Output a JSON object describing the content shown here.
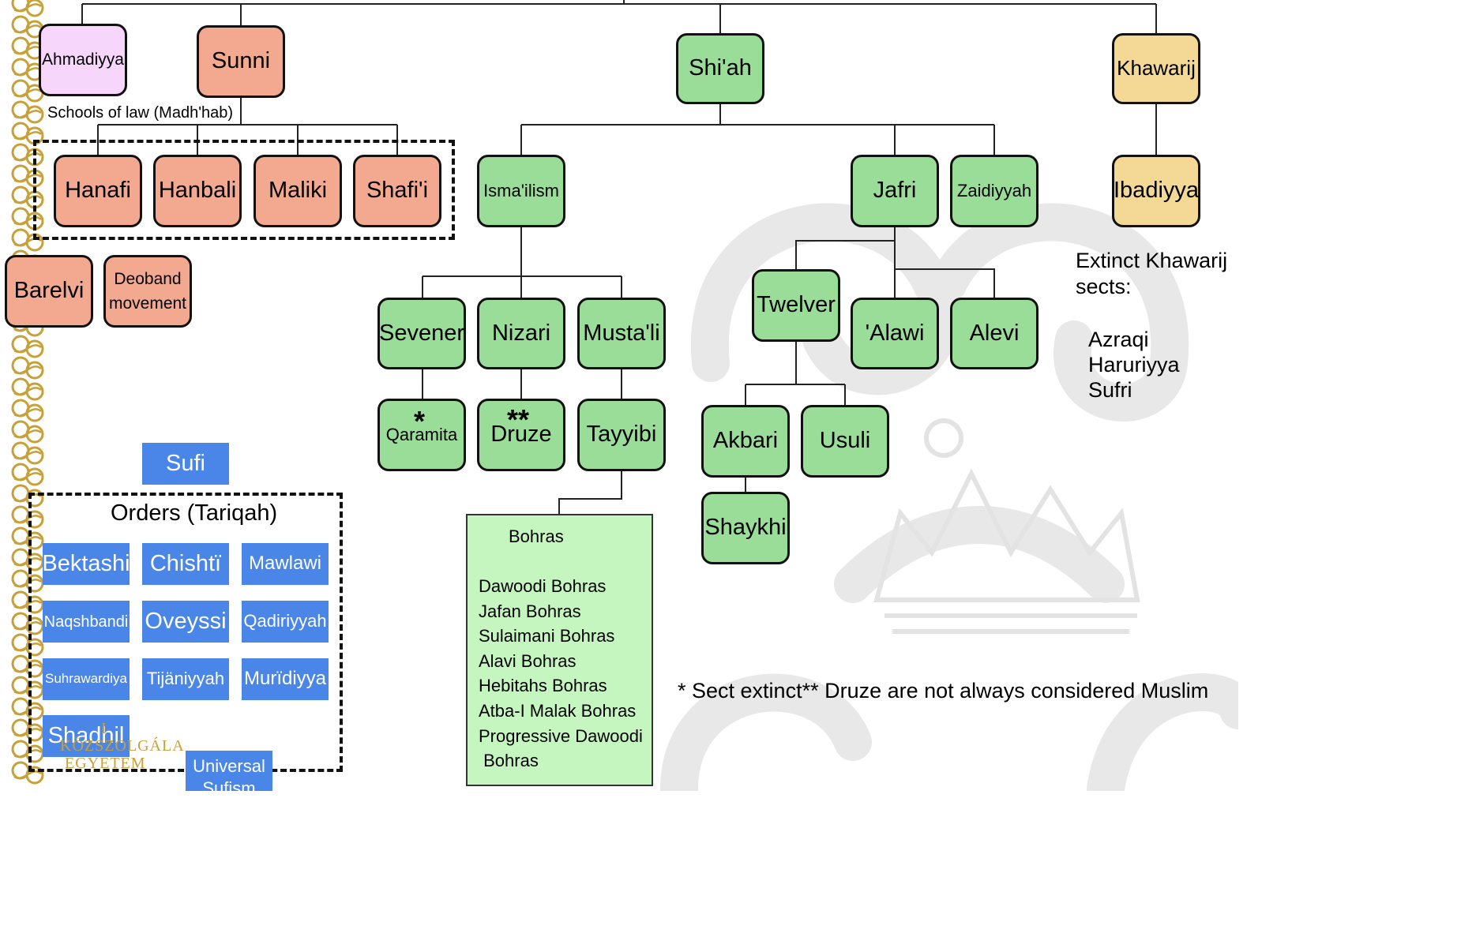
{
  "colors": {
    "green": "#99dd99",
    "salmon": "#f2a990",
    "pink": "#f6d6fb",
    "tan": "#f4d996",
    "sufi_blue": "#4a86e8",
    "bohras_bg": "#c6f6c0",
    "watermark": "#e6e6e6",
    "border_gold": "#c8a038"
  },
  "nodes": {
    "ahmadiyya": "Ahmadiyya",
    "sunni": "Sunni",
    "shiah": "Shi'ah",
    "khawarij": "Khawarij",
    "hanafi": "Hanafi",
    "hanbali": "Hanbali",
    "maliki": "Maliki",
    "shafii": "Shafi'i",
    "barelvi": "Barelvi",
    "deoband": "Deoband movement",
    "ismailism": "Isma'ilism",
    "jafri": "Jafri",
    "zaidiyyah": "Zaidiyyah",
    "ibadiyya": "Ibadiyya",
    "sevener": "Sevener",
    "nizari": "Nizari",
    "mustali": "Musta'li",
    "twelver": "Twelver",
    "alawi": "'Alawi",
    "alevi": "Alevi",
    "qaramita": "Qaramita",
    "druze": "Druze",
    "tayyibi": "Tayyibi",
    "akbari": "Akbari",
    "usuli": "Usuli",
    "shaykhi": "Shaykhi"
  },
  "marks": {
    "qaramita": "*",
    "druze": "**"
  },
  "labels": {
    "schools": "Schools of law (Madh'hab)",
    "orders": "Orders (Tariqah)"
  },
  "sufi": {
    "title": "Sufi",
    "orders": {
      "bektashi": "Bektashi",
      "chishti": "Chishtï",
      "mawlawi": "Mawlawi",
      "naqshbandi": "Naqshbandi",
      "oveyssi": "Oveyssi",
      "qadiriyyah": "Qadiriyyah",
      "suhrawardiya": "Suhrawardiya",
      "tijaniyyah": "Tijäniyyah",
      "muridiyya": "Murïdiyya",
      "shadhil": "Shadhil"
    },
    "universal": "Universal Sufism"
  },
  "bohras": {
    "title": "Bohras",
    "items": [
      "Dawoodi Bohras",
      "Jafan Bohras",
      "Sulaimani Bohras",
      "Alavi Bohras",
      "Hebitahs Bohras",
      "Atba-I Malak Bohras",
      "Progressive Dawoodi",
      " Bohras"
    ]
  },
  "extinct": {
    "title": "Extinct Khawarij sects:",
    "items": [
      "Azraqi",
      "Haruriyya",
      "Sufri"
    ]
  },
  "footnote": "* Sect extinct** Druze are not always considered Muslim",
  "university": {
    "line1": "I",
    "line2": "KÖZSZOLGÁLA",
    "line3": "EGYETEM"
  }
}
